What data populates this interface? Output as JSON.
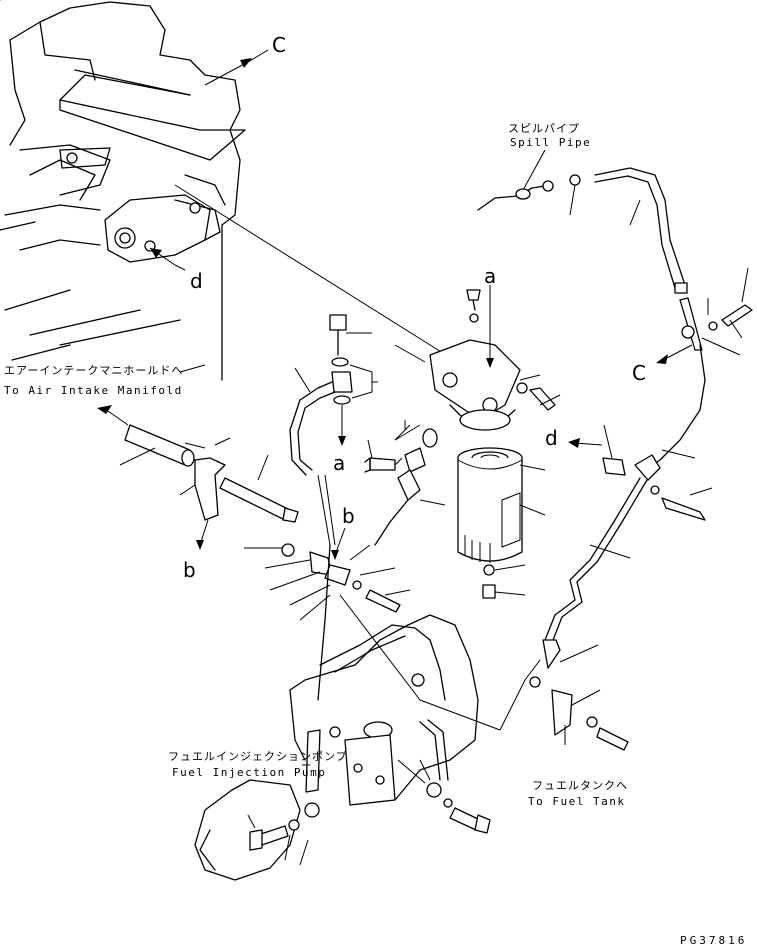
{
  "diagram": {
    "callouts": {
      "c_top": "C",
      "d_left": "d",
      "a_top": "a",
      "a_mid": "a",
      "b_left": "b",
      "b_mid": "b",
      "d_right": "d",
      "c_right": "C"
    },
    "labels": {
      "spill_pipe_jp": "スピルパイプ",
      "spill_pipe_en": "Spill Pipe",
      "air_intake_jp": "エアーインテークマニホールドへ",
      "air_intake_en": "To Air Intake Manifold",
      "injection_pump_jp": "フュエルインジェクションポンプ",
      "injection_pump_en": "Fuel Injection Pump",
      "fuel_tank_jp": "フュエルタンクへ",
      "fuel_tank_en": "To Fuel Tank"
    },
    "drawing_code": "PG37816"
  }
}
